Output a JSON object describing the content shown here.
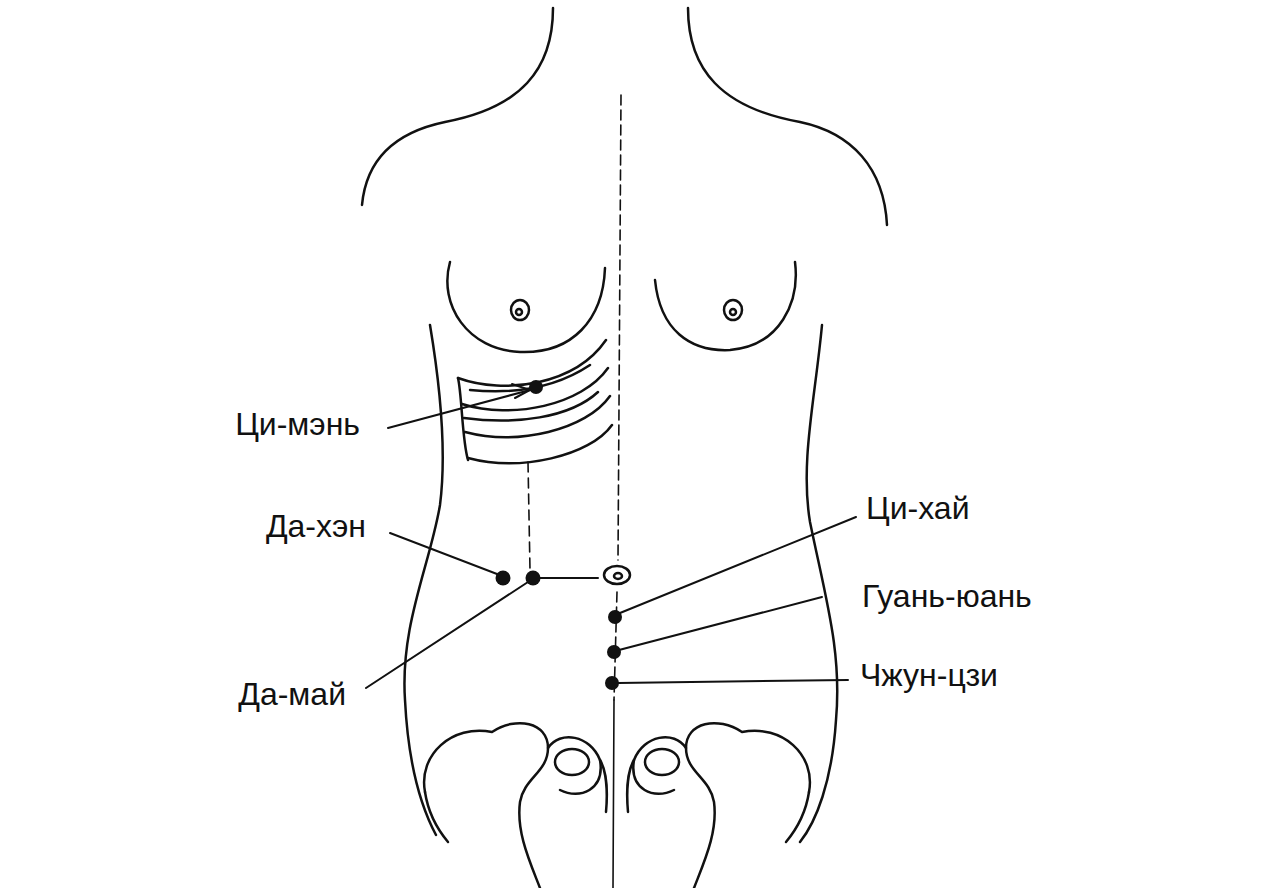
{
  "diagram": {
    "labels": [
      "Ци-мэнь",
      "Да-хэн",
      "Да-май",
      "Ци-хай",
      "Гуань-юань",
      "Чжун-цзи"
    ]
  }
}
